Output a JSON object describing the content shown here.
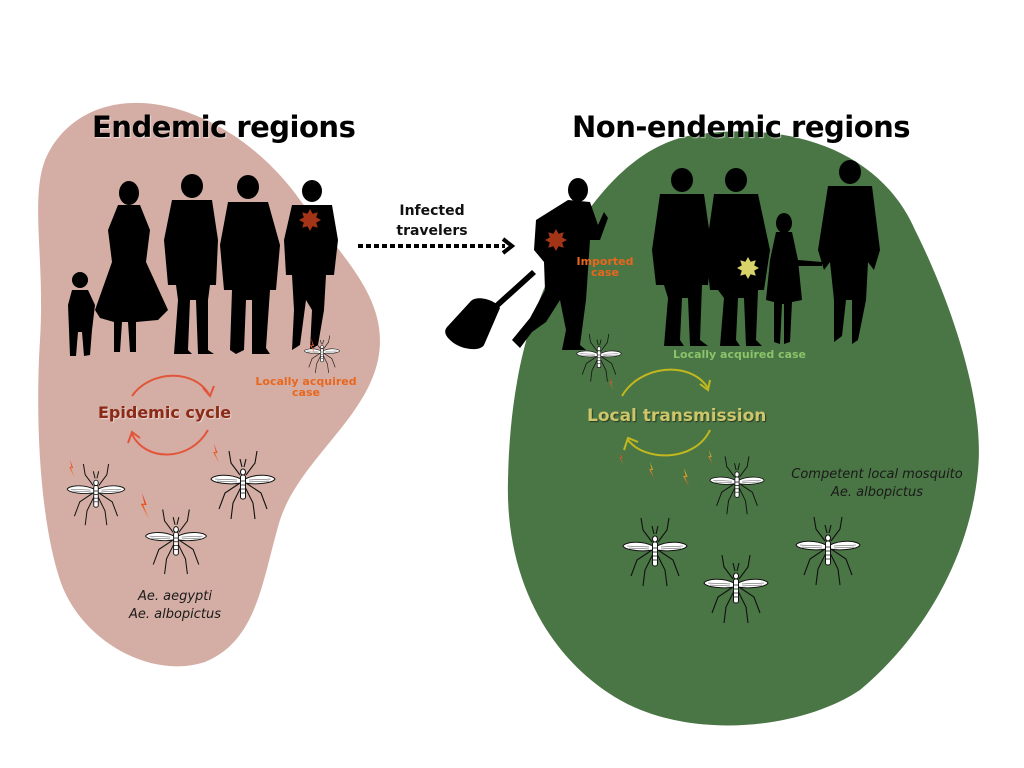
{
  "titles": {
    "endemic": "Endemic regions",
    "non_endemic": "Non-endemic regions"
  },
  "labels": {
    "locally_acquired_left_1": "Locally acquired",
    "locally_acquired_left_2": "case",
    "epidemic_cycle": "Epidemic cycle",
    "species_left_1": "Ae. aegypti",
    "species_left_2": "Ae. albopictus",
    "infected_travelers_1": "Infected",
    "infected_travelers_2": "travelers",
    "imported_case_1": "Imported",
    "imported_case_2": "case",
    "locally_acquired_right": "Locally acquired case",
    "local_transmission": "Local transmission",
    "species_right_1": "Competent local mosquito",
    "species_right_2": "Ae. albopictus"
  },
  "colors": {
    "endemic_region": "#d4aea4",
    "non_endemic_region": "#4a7545",
    "silhouette": "#000000",
    "infection_star_red": "#a33418",
    "infection_star_yellow": "#d8d46a",
    "cycle_arrow_left": "#e2553a",
    "cycle_arrow_right": "#c2b81e",
    "label_orange": "#e8671e",
    "label_green": "#8bc46a"
  }
}
